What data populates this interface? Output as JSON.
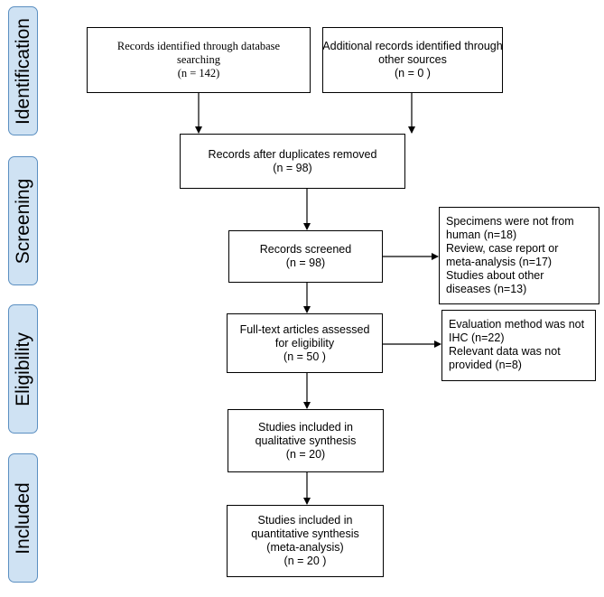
{
  "phases": {
    "identification": "Identification",
    "screening": "Screening",
    "eligibility": "Eligibility",
    "included": "Included"
  },
  "boxes": {
    "database": [
      "Records identified through database",
      "searching",
      "(n = 142)"
    ],
    "additional": [
      "Additional records identified through",
      "other sources",
      "(n = 0 )"
    ],
    "duplicates": [
      "Records after duplicates removed",
      "(n = 98)"
    ],
    "screened": [
      "Records screened",
      "(n =  98)"
    ],
    "excluded_screening": [
      "Specimens were not from",
      "human (n=18)",
      "Review,  case report or",
      "meta-analysis (n=17)",
      "Studies about other",
      "diseases (n=13)"
    ],
    "fulltext": [
      "Full-text articles assessed",
      "for eligibility",
      "(n = 50  )"
    ],
    "excluded_fulltext": [
      "Evaluation method was not",
      "IHC (n=22)",
      "Relevant  data was not",
      "provided  (n=8)"
    ],
    "qualitative": [
      "Studies included in",
      "qualitative synthesis",
      "(n = 20)"
    ],
    "quantitative": [
      "Studies included in",
      "quantitative synthesis",
      "(meta-analysis)",
      "(n = 20 )"
    ]
  }
}
